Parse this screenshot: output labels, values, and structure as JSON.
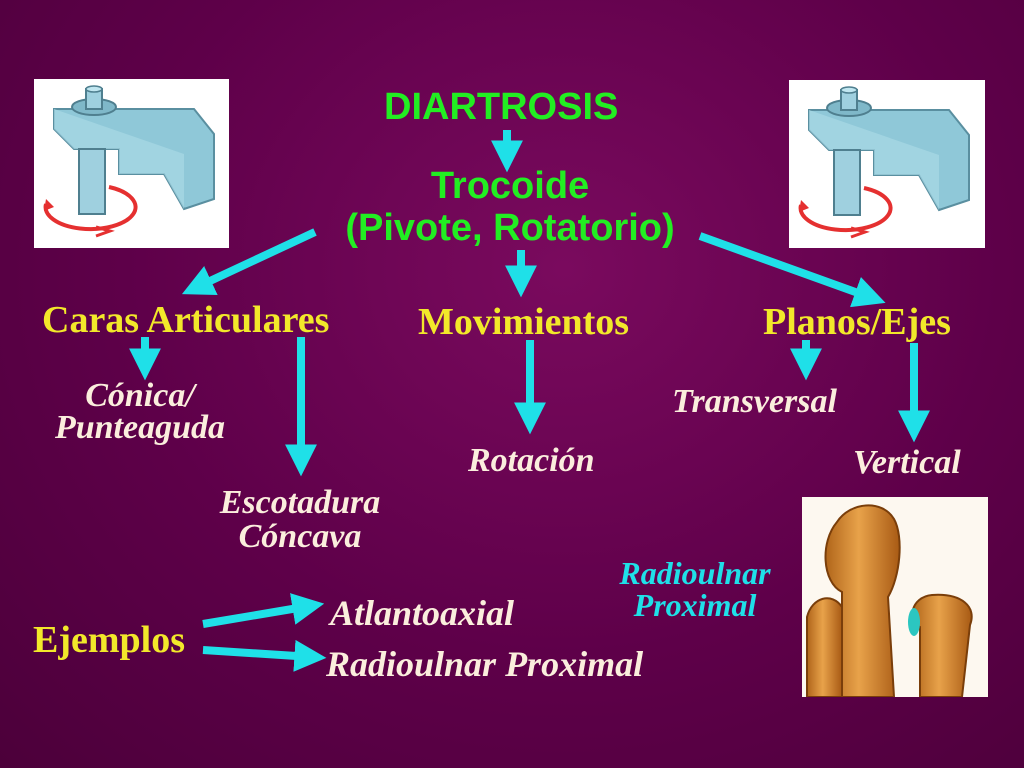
{
  "title": "DIARTROSIS",
  "type_line1": "Trocoide",
  "type_line2": "(Pivote, Rotatorio)",
  "branches": {
    "caras": {
      "label": "Caras Articulares",
      "item1_line1": "Cónica/",
      "item1_line2": "Punteaguda",
      "item2_line1": "Escotadura",
      "item2_line2": "Cóncava"
    },
    "movimientos": {
      "label": "Movimientos",
      "item1": "Rotación"
    },
    "planos": {
      "label": "Planos/Ejes",
      "item1": "Transversal",
      "item2": "Vertical"
    }
  },
  "ejemplos": {
    "label": "Ejemplos",
    "item1": "Atlantoaxial",
    "item2": "Radioulnar Proximal"
  },
  "image_caption": {
    "line1": "Radioulnar",
    "line2": "Proximal"
  },
  "colors": {
    "background": "#5e0049",
    "heading_green": "#22ee22",
    "label_yellow": "#f2e82a",
    "item_cream": "#fbeedd",
    "arrow_cyan": "#1fe0e8"
  }
}
